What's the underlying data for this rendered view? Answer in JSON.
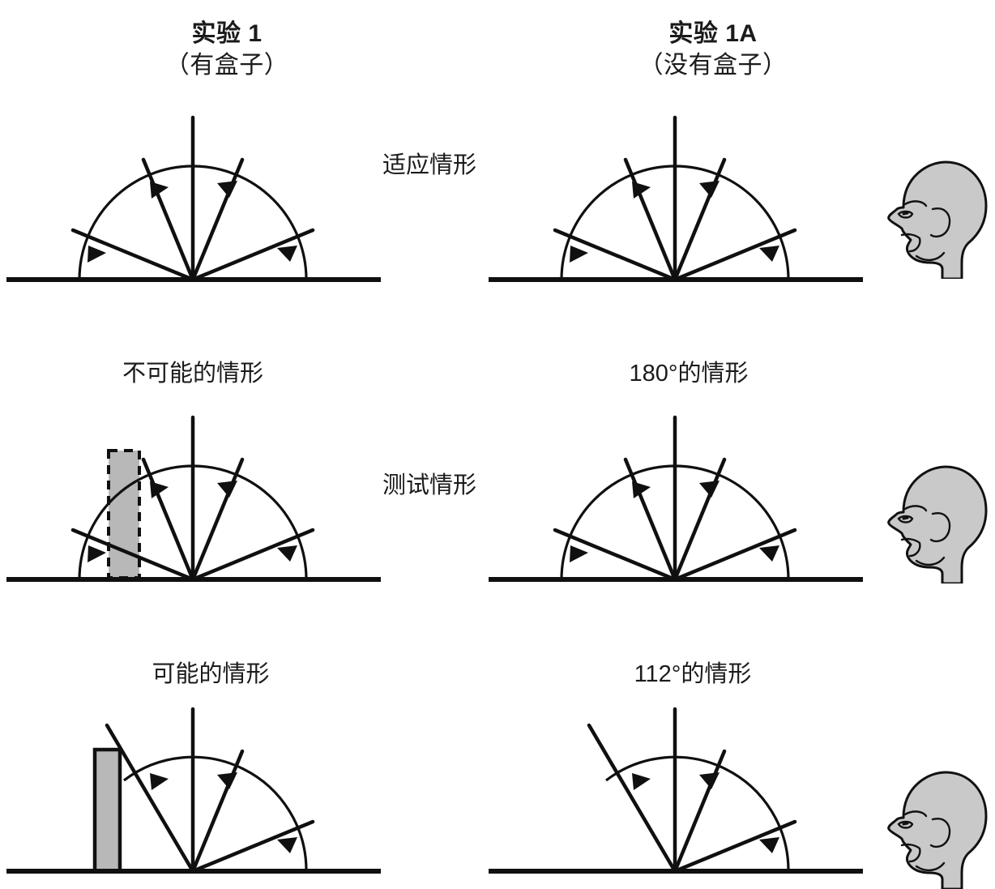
{
  "figure": {
    "title_left_line1": "实验 1",
    "title_left_line2": "（有盒子）",
    "title_right_line1": "实验 1A",
    "title_right_line2": "（没有盒子）",
    "row_labels": [
      {
        "id": "adaptation",
        "text": "适应情形"
      },
      {
        "id": "test",
        "text": "测试情形"
      }
    ],
    "panel_titles": {
      "mid_left": "不可能的情形",
      "mid_right": "180°的情形",
      "bottom_left": "可能的情形",
      "bottom_right": "112°的情形"
    },
    "colors": {
      "stroke": "#101010",
      "box_fill": "#b8b8b8",
      "head_fill": "#c9c9c9",
      "background": "#ffffff"
    },
    "panels": [
      {
        "id": "top-left",
        "column": "experiment-1",
        "row": "adaptation",
        "rays_deg": [
          22.5,
          67.5,
          90,
          112.5,
          157.5
        ],
        "arc_start_deg": 0,
        "arc_end_deg": 180,
        "box": null
      },
      {
        "id": "top-right",
        "column": "experiment-1a",
        "row": "adaptation",
        "rays_deg": [
          22.5,
          67.5,
          90,
          112.5,
          157.5
        ],
        "arc_start_deg": 0,
        "arc_end_deg": 180,
        "box": null
      },
      {
        "id": "mid-left",
        "column": "experiment-1",
        "row": "test",
        "rays_deg": [
          22.5,
          67.5,
          90,
          112.5,
          157.5
        ],
        "arc_start_deg": 0,
        "arc_end_deg": 180,
        "box": {
          "style": "dashed",
          "label": "tall-box"
        }
      },
      {
        "id": "mid-right",
        "column": "experiment-1a",
        "row": "test",
        "rays_deg": [
          22.5,
          67.5,
          90,
          112.5,
          157.5
        ],
        "arc_start_deg": 0,
        "arc_end_deg": 180,
        "box": null
      },
      {
        "id": "bottom-left",
        "column": "experiment-1",
        "row": "test",
        "rays_deg": [
          22.5,
          67.5,
          90,
          112.5
        ],
        "arc_start_deg": 0,
        "arc_end_deg": 112.5,
        "box": {
          "style": "solid",
          "label": "short-box"
        }
      },
      {
        "id": "bottom-right",
        "column": "experiment-1a",
        "row": "test",
        "rays_deg": [
          22.5,
          67.5,
          90,
          112.5
        ],
        "arc_start_deg": 0,
        "arc_end_deg": 112.5,
        "box": null
      }
    ],
    "head_icons": [
      {
        "id": "head-row-1",
        "facing": "left"
      },
      {
        "id": "head-row-2",
        "facing": "left"
      },
      {
        "id": "head-row-3",
        "facing": "left"
      }
    ]
  }
}
